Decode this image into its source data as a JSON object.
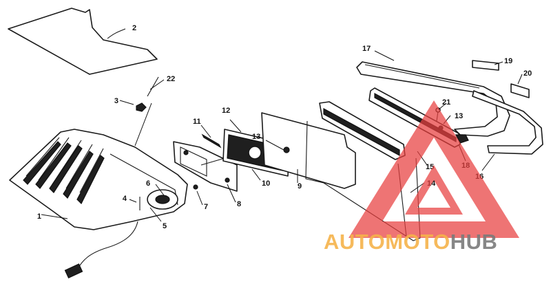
{
  "diagram": {
    "callouts": [
      {
        "id": "1",
        "label": "1"
      },
      {
        "id": "2",
        "label": "2"
      },
      {
        "id": "3",
        "label": "3"
      },
      {
        "id": "4",
        "label": "4"
      },
      {
        "id": "5",
        "label": "5"
      },
      {
        "id": "6",
        "label": "6"
      },
      {
        "id": "7",
        "label": "7"
      },
      {
        "id": "8",
        "label": "8"
      },
      {
        "id": "9",
        "label": "9"
      },
      {
        "id": "10",
        "label": "10"
      },
      {
        "id": "11",
        "label": "11"
      },
      {
        "id": "12",
        "label": "12"
      },
      {
        "id": "13a",
        "label": "13"
      },
      {
        "id": "13b",
        "label": "13"
      },
      {
        "id": "14",
        "label": "14"
      },
      {
        "id": "15",
        "label": "15"
      },
      {
        "id": "16",
        "label": "16"
      },
      {
        "id": "17",
        "label": "17"
      },
      {
        "id": "18",
        "label": "18"
      },
      {
        "id": "19",
        "label": "19"
      },
      {
        "id": "20",
        "label": "20"
      },
      {
        "id": "21",
        "label": "21"
      },
      {
        "id": "22",
        "label": "22"
      }
    ]
  },
  "watermark": {
    "auto": "AUTO",
    "moto": "MOTO",
    "hub": "HUB",
    "color_orange": "#f5b24a",
    "color_gray": "#7a7a7a",
    "triangle_color": "#e8403f"
  }
}
